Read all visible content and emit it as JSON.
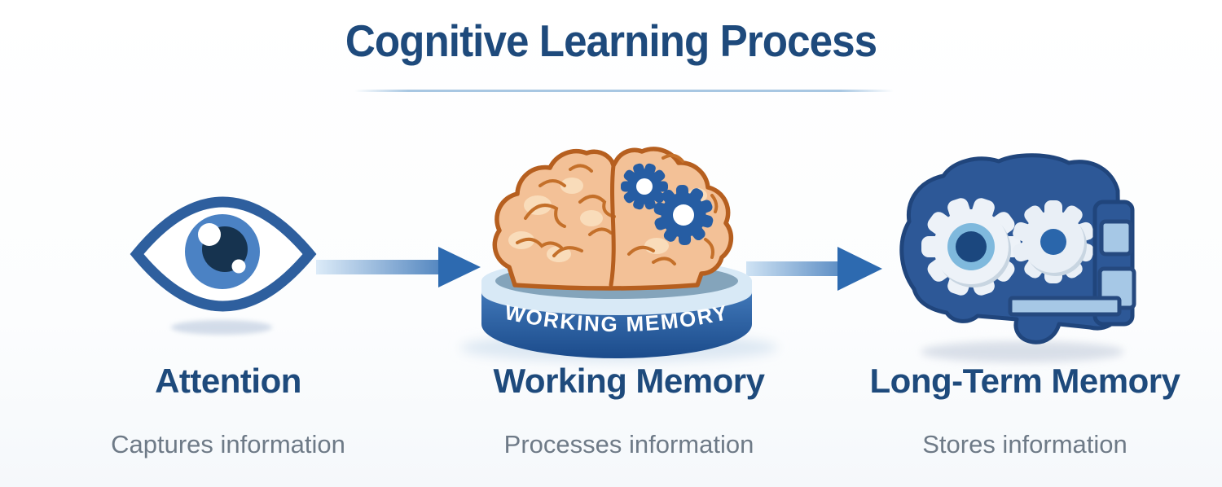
{
  "title": {
    "text": "Cognitive Learning Process"
  },
  "stages": [
    {
      "name": "Attention",
      "description": "Captures information",
      "icon": "eye-icon"
    },
    {
      "name": "Working Memory",
      "description": "Processes information",
      "icon": "brain-with-gears-icon",
      "platform_label": "WORKING MEMORY"
    },
    {
      "name": "Long-Term Memory",
      "description": "Stores information",
      "icon": "head-with-gears-icon"
    }
  ],
  "connectors": [
    {
      "from": "Attention",
      "to": "Working Memory",
      "type": "arrow-right"
    },
    {
      "from": "Working Memory",
      "to": "Long-Term Memory",
      "type": "arrow-right"
    }
  ],
  "colors": {
    "heading_navy": "#1e4a7c",
    "subtext_gray": "#6e7a87",
    "arrow_blue": "#2d6ab0",
    "arrow_light_blue": "#d9eaf7",
    "platform_band_blue": "#1b4b8b",
    "platform_rim_light": "#d8e9f6",
    "platform_surface_steel": "#84a4bb",
    "brain_tan": "#f3c197",
    "brain_outline_orange": "#b65f1f",
    "gear_blue": "#265da3",
    "head_silhouette_blue": "#2d5897",
    "gear_ring_light_blue": "#7fb9dd",
    "gear_hole_navy": "#1b477e",
    "vault_light_blue": "#a6c8e6"
  }
}
